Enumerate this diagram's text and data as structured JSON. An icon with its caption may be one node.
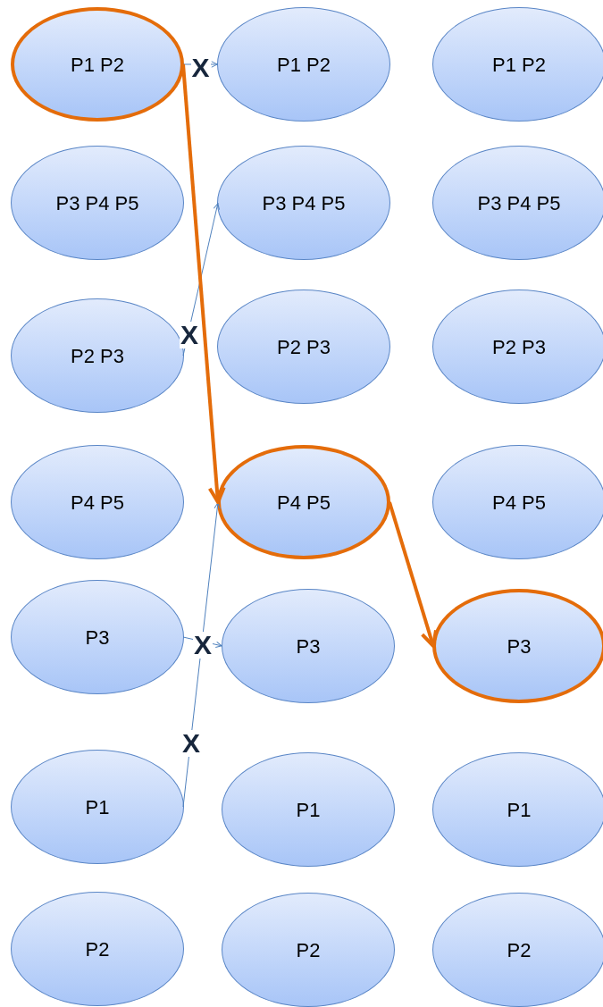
{
  "diagram": {
    "nodes": [
      {
        "text": [
          "P1 P2"
        ]
      },
      {
        "text": [
          "P1 P2"
        ]
      },
      {
        "text": [
          "P1 P2"
        ]
      },
      {
        "text": [
          "P3 P4 P5"
        ]
      },
      {
        "text": [
          "P3 P4 P5"
        ]
      },
      {
        "text": [
          "P3 P4 P5"
        ]
      },
      {
        "text": [
          "P2 P3"
        ]
      },
      {
        "text": [
          "P2 P3"
        ]
      },
      {
        "text": [
          "P2 P3"
        ]
      },
      {
        "text": [
          "P4 P5"
        ]
      },
      {
        "text": [
          "P4 P5"
        ]
      },
      {
        "text": [
          "P4 P5"
        ]
      },
      {
        "text": [
          "P3"
        ]
      },
      {
        "text": [
          "P3"
        ]
      },
      {
        "text": [
          "P3"
        ]
      },
      {
        "text": [
          "P1"
        ]
      },
      {
        "text": [
          "P1"
        ]
      },
      {
        "text": [
          "P1"
        ]
      },
      {
        "text": [
          "P2"
        ]
      },
      {
        "text": [
          "P2"
        ]
      },
      {
        "text": [
          "P2"
        ]
      }
    ],
    "edges": [
      {
        "from": 0,
        "to": 1,
        "arrow": "to",
        "label": "X"
      },
      {
        "from": 6,
        "to": 4,
        "arrow": "to",
        "label": "X"
      },
      {
        "from": 12,
        "to": 13,
        "arrow": "to",
        "label": "X"
      },
      {
        "from": 15,
        "to": 10,
        "arrow": "to",
        "label": "X"
      },
      {
        "from": 0,
        "to": 10,
        "arrow": "to",
        "style": "thick",
        "color": "#e46c0a"
      },
      {
        "from": 10,
        "to": 14,
        "arrow": "to",
        "style": "thick",
        "color": "#e46c0a"
      }
    ]
  }
}
